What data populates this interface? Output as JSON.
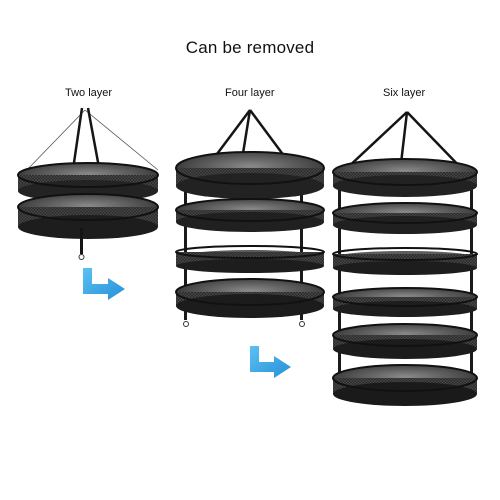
{
  "heading": "Can be removed",
  "labels": {
    "two": "Two layer",
    "four": "Four layer",
    "six": "Six layer"
  },
  "colors": {
    "mesh": "#3a3a3a",
    "mesh_light": "#6a6a6a",
    "rim": "#111111",
    "strap": "#151515",
    "arrow": "#3aa8e8"
  },
  "icons": [
    "arrow-down-right-icon",
    "arrow-down-right-icon"
  ]
}
